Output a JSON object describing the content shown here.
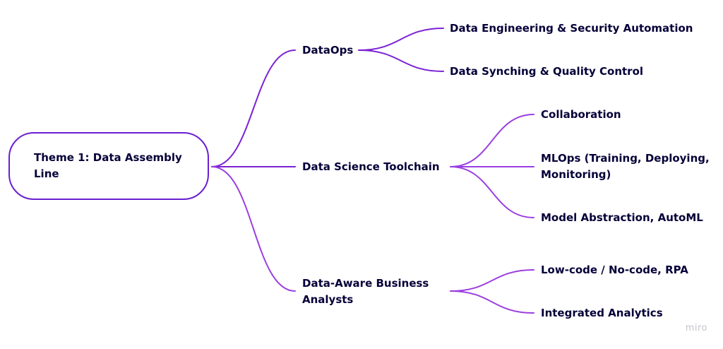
{
  "mindmap": {
    "root": "Theme 1: Data Assembly Line",
    "branches": [
      {
        "label": "DataOps",
        "children": [
          "Data Engineering & Security Automation",
          "Data Synching & Quality Control"
        ]
      },
      {
        "label": "Data Science Toolchain",
        "children": [
          "Collaboration",
          "MLOps (Training, Deploying, Monitoring)",
          "Model Abstraction, AutoML"
        ]
      },
      {
        "label": "Data-Aware Business Analysts",
        "children": [
          "Low-code / No-code, RPA",
          "Integrated Analytics"
        ]
      }
    ]
  },
  "colors": {
    "root_border": "#6a1fd0",
    "branch_line": "#7b22d4",
    "child_line": "#9b3fe0",
    "text": "#050038"
  },
  "watermark": "miro"
}
